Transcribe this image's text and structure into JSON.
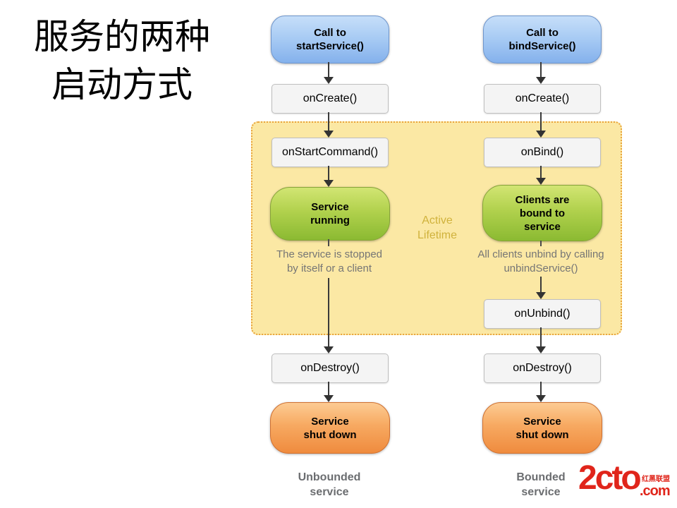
{
  "slide_title": "服务的两种\n启动方式",
  "active_lifetime_label": "Active\nLifetime",
  "left_column": {
    "call_label": "Call to\nstartService()",
    "on_create_label": "onCreate()",
    "on_start_command_label": "onStartCommand()",
    "running_label": "Service\nrunning",
    "stop_note": "The service is stopped\nby itself or a client",
    "on_destroy_label": "onDestroy()",
    "shutdown_label": "Service\nshut down",
    "footer_label": "Unbounded\nservice"
  },
  "right_column": {
    "call_label": "Call to\nbindService()",
    "on_create_label": "onCreate()",
    "on_bind_label": "onBind()",
    "bound_label": "Clients are\nbound to\nservice",
    "unbind_note": "All clients unbind by calling\nunbindService()",
    "on_unbind_label": "onUnbind()",
    "on_destroy_label": "onDestroy()",
    "shutdown_label": "Service\nshut down",
    "footer_label": "Bounded\nservice"
  },
  "logo": {
    "brand": "2cto",
    "tld": ".com",
    "tagline": "红黑联盟"
  },
  "colors": {
    "call_node_blue": "#9dc3f1",
    "running_node_green": "#a9cf4a",
    "shutdown_node_orange": "#f59a50",
    "active_region_fill": "#fbe8a4",
    "active_region_border": "#e9a43c",
    "active_label_text": "#d0b23c",
    "note_text_gray": "#757575",
    "footer_label_gray": "#6b6d70",
    "logo_red": "#e0251b"
  }
}
